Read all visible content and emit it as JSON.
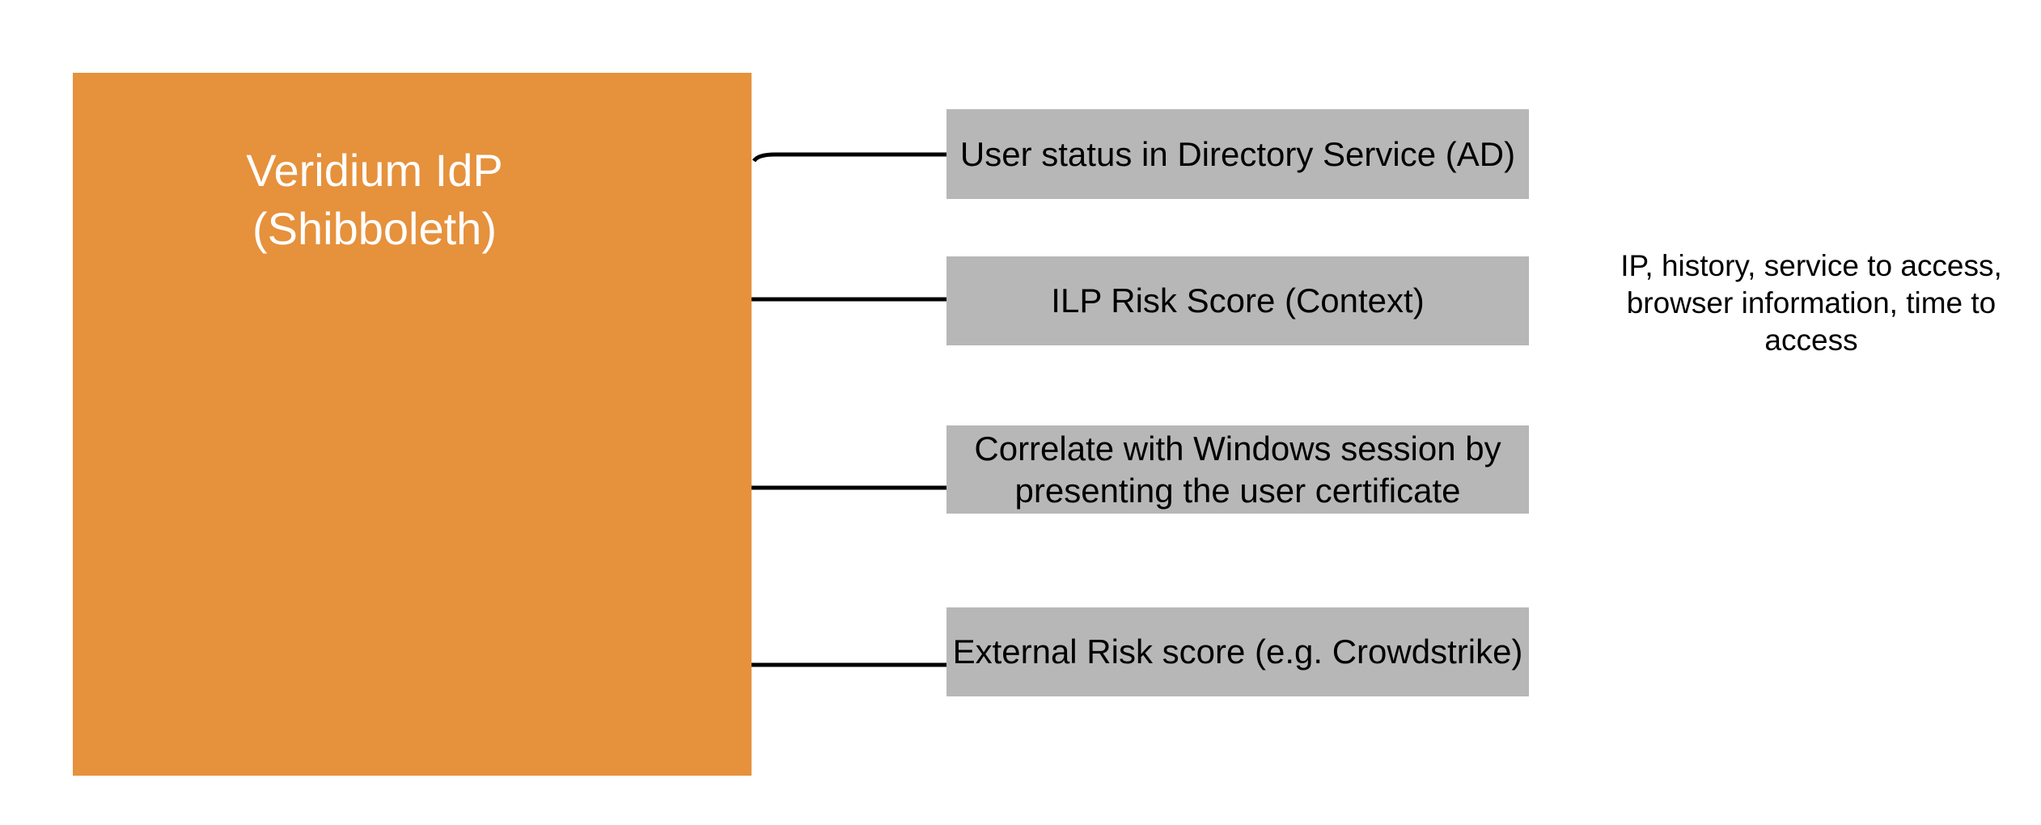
{
  "canvas": {
    "background_color": "#FFFFFF"
  },
  "diagram": {
    "idp_box": {
      "label": "Veridium IdP (Shibboleth)",
      "bg_color": "#E6913C",
      "text_color": "#FFFFFF"
    },
    "factor_box_style": {
      "bg_color": "#B7B7B7",
      "text_color": "#000000"
    },
    "factor_boxes": [
      {
        "label": "User status in Directory Service (AD)"
      },
      {
        "label": "ILP Risk Score (Context)"
      },
      {
        "label": "Correlate with Windows session by presenting the user certificate"
      },
      {
        "label": "External Risk score (e.g. Crowdstrike)"
      }
    ],
    "connectors": {
      "color": "#000000"
    },
    "annotation": {
      "text": "IP, history, service to access, browser information, time to access",
      "text_color": "#000000"
    }
  }
}
